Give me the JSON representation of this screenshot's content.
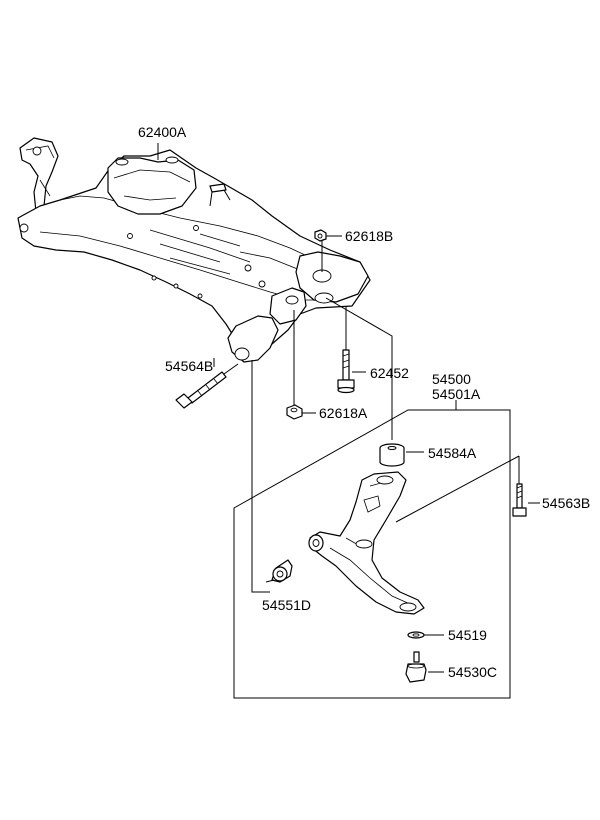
{
  "labels": {
    "crossmember": "62400A",
    "nut_upper": "62618B",
    "bolt_rear": "62452",
    "arm_assy": "54500",
    "arm_assy_alt": "54501A",
    "bolt_front": "54564B",
    "nut_lower": "62618A",
    "bushing_rear": "54584A",
    "bolt_arm": "54563B",
    "bushing_front": "54551D",
    "washer": "54519",
    "ball_joint": "54530C"
  }
}
